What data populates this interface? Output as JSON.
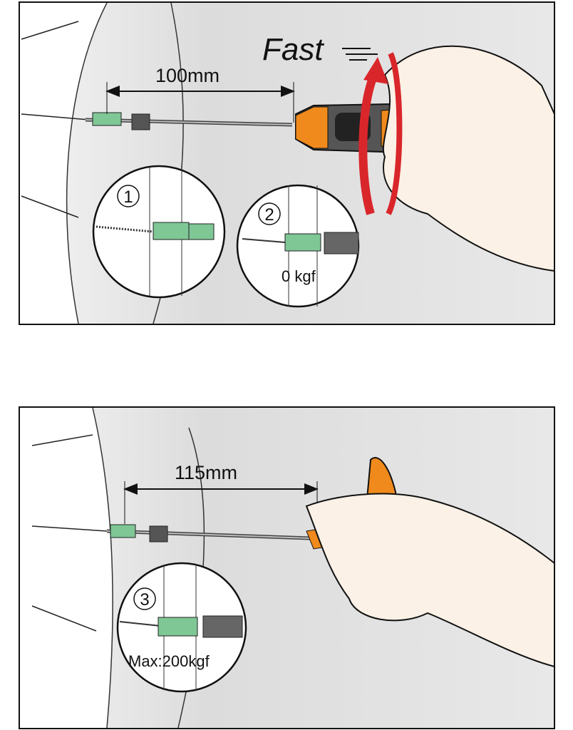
{
  "panel_top": {
    "speed_label": "Fast",
    "distance_label": "100mm",
    "step1_number": "1",
    "step2_number": "2",
    "step2_force": "0 kgf"
  },
  "panel_bottom": {
    "distance_label": "115mm",
    "step3_number": "3",
    "step3_force": "Max:200kgf"
  },
  "colors": {
    "nipple_green": "#7fc795",
    "handle_orange": "#f08a1c",
    "arrow_red": "#d9262b",
    "background_gray": "#e4e4e4"
  }
}
